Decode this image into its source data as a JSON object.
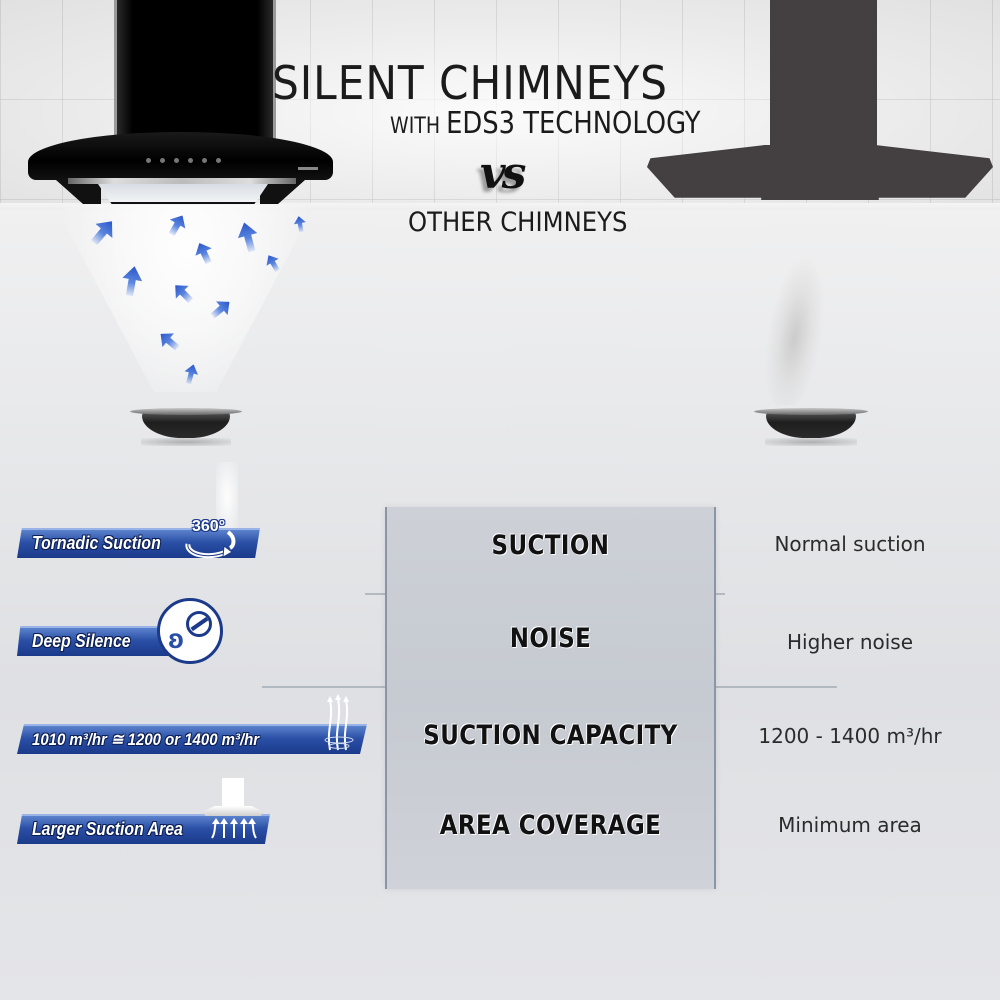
{
  "header": {
    "title_main": "SILENT CHIMNEYS",
    "title_with": "WITH ",
    "title_tech": "EDS3 TECHNOLOGY",
    "vs": "VS",
    "title_other": "OTHER CHIMNEYS"
  },
  "illustration": {
    "left_product": "glass-curved-chimney-hood",
    "right_product": "generic-dark-chimney-hood",
    "left_effect": "tornadic-airflow-blue-arrows",
    "right_effect": "rising-smoke"
  },
  "features": [
    {
      "label": "Tornadic Suction",
      "icon": "rotate-360-icon",
      "icon_text": "360°"
    },
    {
      "label": "Deep Silence",
      "icon": "ear-no-noise-icon"
    },
    {
      "label": "1010 m³/hr ≅ 1200 or 1400 m³/hr",
      "icon": "airflow-tornado-icon"
    },
    {
      "label": "Larger Suction Area",
      "icon": "hood-suction-arrows-icon"
    }
  ],
  "comparison": {
    "rows": [
      {
        "criterion": "SUCTION",
        "other": "Normal suction"
      },
      {
        "criterion": "NOISE",
        "other": "Higher noise"
      },
      {
        "criterion": "SUCTION CAPACITY",
        "other": "1200 - 1400 m³/hr"
      },
      {
        "criterion": "AREA COVERAGE",
        "other": "Minimum area"
      }
    ]
  },
  "colors": {
    "banner_blue": "#2a4fa6",
    "banner_dark": "#1b3a8a",
    "arrow_blue": "#2b56c9",
    "hood_left": "#000000",
    "hood_right": "#444042",
    "table_bg": "#c9cdd4"
  }
}
